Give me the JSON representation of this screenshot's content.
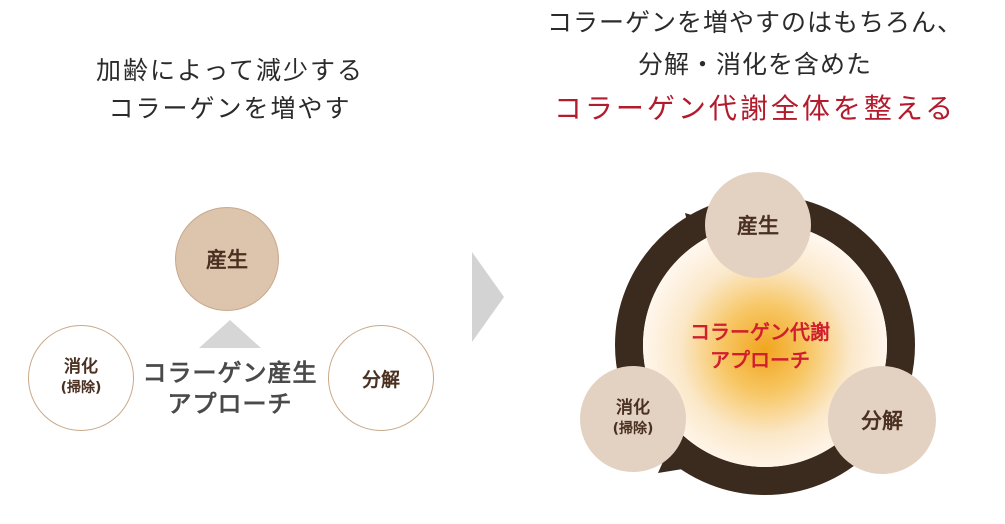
{
  "left": {
    "heading_line1": "加齢によって減少する",
    "heading_line2": "コラーゲンを増やす",
    "node_top": "産生",
    "node_left": "消化",
    "node_left_sub": "(掃除)",
    "node_right": "分解",
    "approach_line1": "コラーゲン産生",
    "approach_line2": "アプローチ"
  },
  "right": {
    "heading_line1": "コラーゲンを増やすのはもちろん、",
    "heading_line2": "分解・消化を含めた",
    "heading_line3": "コラーゲン代謝全体を整える",
    "node_top": "産生",
    "node_left": "消化",
    "node_left_sub": "(掃除)",
    "node_right": "分解",
    "center_line1": "コラーゲン代謝",
    "center_line2": "アプローチ"
  },
  "colors": {
    "highlight": "#b31b2c",
    "cycle_ring": "#3b2a1e",
    "node_fill": "#dcc4ad",
    "arrow_gray": "#d3d3d3"
  },
  "icons": {
    "transition": "chevron-right-icon",
    "cycle_arrows": "clockwise-cycle-arrow-icon",
    "up_arrow": "triangle-up-icon"
  }
}
